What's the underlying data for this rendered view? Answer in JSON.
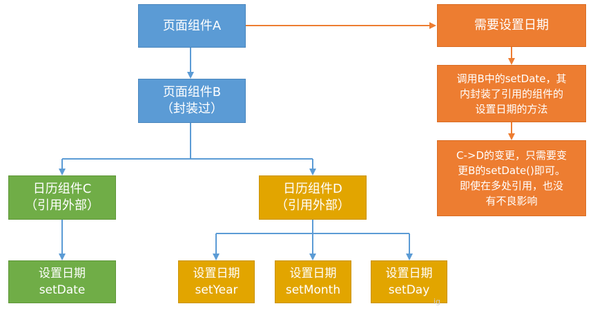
{
  "diagram": {
    "node_a": "页面组件A",
    "node_b": {
      "line1": "页面组件B",
      "line2": "（封装过）"
    },
    "node_need_date": "需要设置日期",
    "node_call": {
      "line1": "调用B中的setDate，其",
      "line2": "内封装了引用的组件的",
      "line3": "设置日期的方法"
    },
    "node_note": {
      "line1": "C->D的变更，只需要变",
      "line2": "更B的setDate()即可。",
      "line3": "即使在多处引用，也没",
      "line4": "有不良影响"
    },
    "node_c": {
      "line1": "日历组件C",
      "line2": "（引用外部）"
    },
    "node_d": {
      "line1": "日历组件D",
      "line2": "（引用外部）"
    },
    "node_c_set": {
      "line1": "设置日期",
      "line2": "setDate"
    },
    "node_d_year": {
      "line1": "设置日期",
      "line2": "setYear"
    },
    "node_d_month": {
      "line1": "设置日期",
      "line2": "setMonth"
    },
    "node_d_day": {
      "line1": "设置日期",
      "line2": "setDay"
    },
    "watermark": "ig"
  },
  "colors": {
    "blue": "#5b9bd5",
    "orange": "#ed7d31",
    "green": "#70ad47",
    "gold": "#e2a500",
    "connector_blue": "#5b9bd5",
    "connector_orange": "#ed7d31"
  }
}
